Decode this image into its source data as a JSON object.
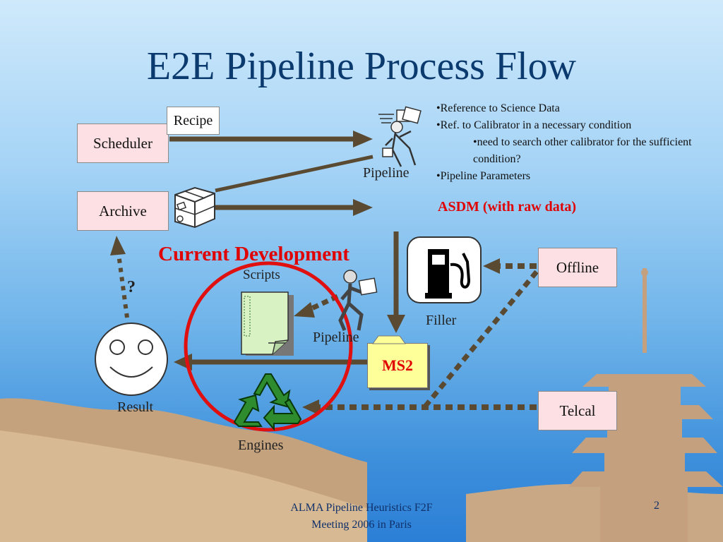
{
  "slide": {
    "title": "E2E Pipeline Process Flow",
    "page_number": "2",
    "footer": [
      "ALMA Pipeline Heuristics F2F",
      "Meeting 2006 in Paris"
    ]
  },
  "nodes": {
    "scheduler": "Scheduler",
    "recipe": "Recipe",
    "archive": "Archive",
    "pipeline_top": "Pipeline",
    "offline": "Offline",
    "telcal": "Telcal",
    "filler": "Filler",
    "ms2": "MS2",
    "scripts": "Scripts",
    "pipeline_mid": "Pipeline",
    "result": "Result",
    "engines": "Engines"
  },
  "notes": {
    "items": [
      "•Reference to Science Data",
      "•Ref. to Calibrator in a necessary condition",
      "•need to search other calibrator for the sufficient condition?",
      "•Pipeline Parameters"
    ]
  },
  "annotations": {
    "asdm": "ASDM (with raw data)",
    "current_development": "Current Development",
    "question": "?"
  },
  "colors": {
    "title": "#0b3a6e",
    "highlight_red": "#e00000",
    "box_fill": "#fde0e3",
    "arrow": "#5a4a32"
  },
  "icons": [
    "pipeline-figure-icon",
    "archive-cube-icon",
    "fuel-pump-icon",
    "script-document-icon",
    "smiley-face-icon",
    "recycle-icon",
    "folder-icon"
  ]
}
